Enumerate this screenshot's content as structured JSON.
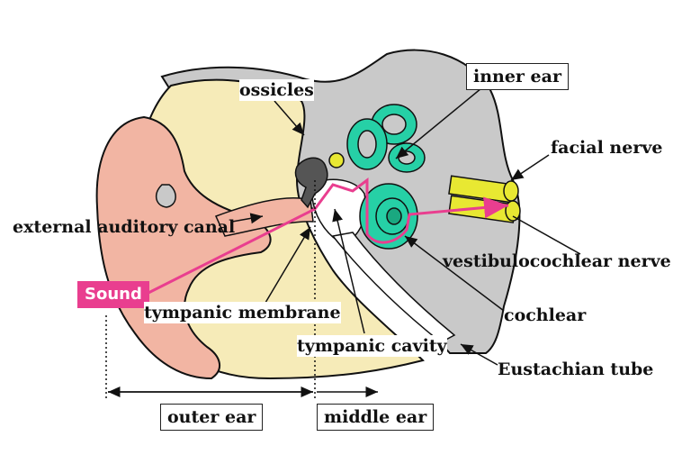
{
  "labels": {
    "ossicles": "ossicles",
    "inner_ear": "inner ear",
    "facial_nerve": "facial nerve",
    "external_auditory_canal": "external auditory canal",
    "vestibulocochlear_nerve": "vestibulocochlear nerve",
    "sound": "Sound",
    "tympanic_membrane": "tympanic membrane",
    "cochlear": "cochlear",
    "tympanic_cavity": "tympanic cavity",
    "eustachian_tube": "Eustachian tube",
    "outer_ear": "outer ear",
    "middle_ear": "middle ear"
  },
  "colors": {
    "skin": "#f2b5a3",
    "tissue": "#f6ebb8",
    "bone": "#c9c9c9",
    "inner_ear": "#26d0a6",
    "nerve": "#e8e832",
    "sound_path": "#e93e8f",
    "outline": "#111111"
  }
}
